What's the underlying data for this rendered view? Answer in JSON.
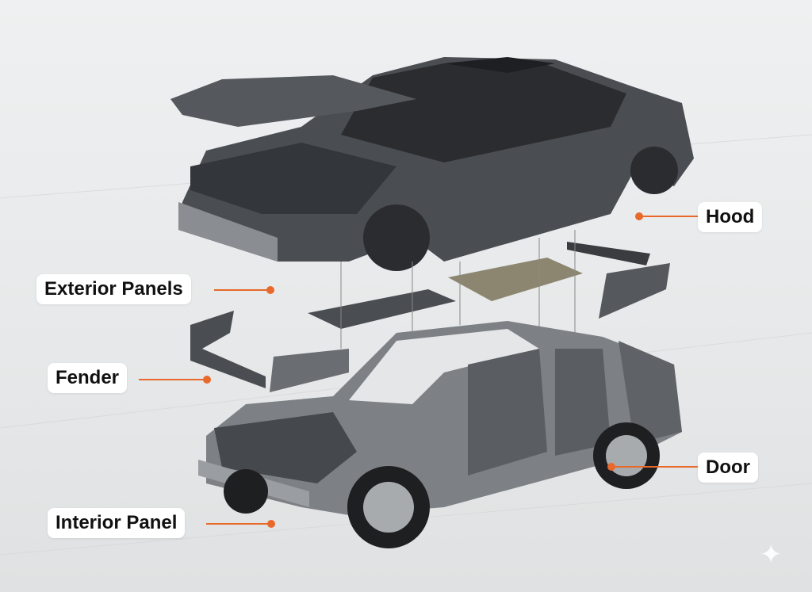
{
  "labels": {
    "hood": "Hood",
    "exterior_panels": "Exterior Panels",
    "fender": "Fender",
    "door": "Door",
    "interior_panel": "Interior Panel"
  },
  "colors": {
    "accent": "#e8692a",
    "body": "#4a4d52",
    "frame": "#7d8186"
  }
}
